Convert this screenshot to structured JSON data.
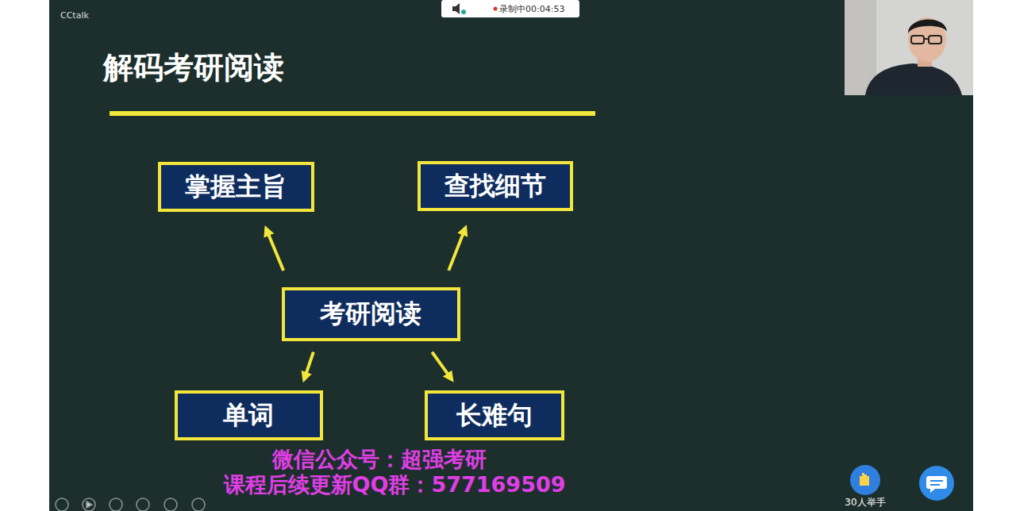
{
  "diagram": {
    "title": "解码考研阅读",
    "nodes": [
      {
        "text": [
          "掌握主旨"
        ]
      },
      {
        "text": [
          "查找细节"
        ]
      },
      {
        "text": [
          "考研阅读"
        ]
      },
      {
        "text": [
          "单词"
        ]
      },
      {
        "text": [
          "长难句"
        ]
      }
    ],
    "edges": [
      {
        "from": 2,
        "to": 0,
        "arrow": "to"
      },
      {
        "from": 2,
        "to": 1,
        "arrow": "to"
      },
      {
        "from": 2,
        "to": 3,
        "arrow": "to"
      },
      {
        "from": 2,
        "to": 4,
        "arrow": "to"
      }
    ],
    "labels": [
      "CCtalk",
      "录制中00:04:53",
      "微信公众号：超强考研",
      "课程后续更新QQ群：577169509",
      "30人举手"
    ]
  }
}
